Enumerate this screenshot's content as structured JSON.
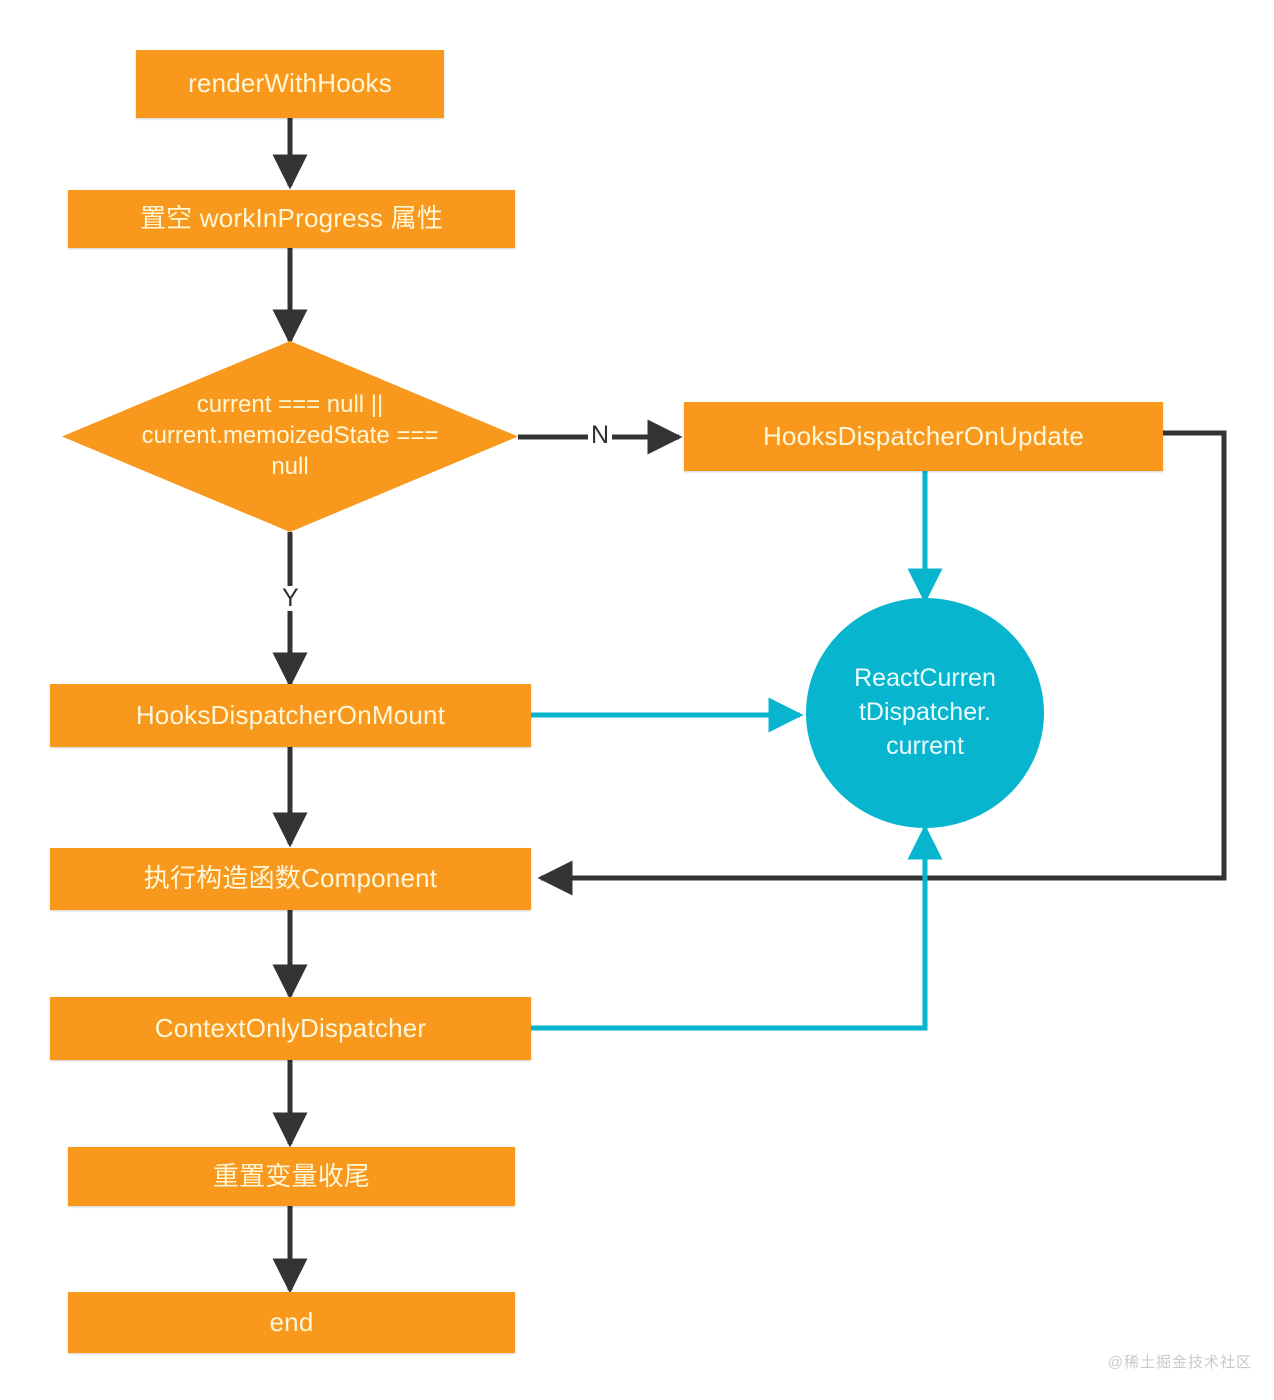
{
  "diagram": {
    "title": "renderWithHooks flowchart",
    "colors": {
      "node_fill": "#f8981d",
      "node_text": "#fdf7d8",
      "circle_fill": "#07b6ce",
      "circle_text": "#eafcff",
      "flow_arrow": "#333333",
      "dispatcher_arrow": "#07b6ce",
      "background": "#ffffff",
      "watermark": "#c9c9c9"
    },
    "nodes": {
      "start": {
        "label": "renderWithHooks",
        "shape": "rect"
      },
      "reset_wip": {
        "label": "置空 workInProgress 属性",
        "shape": "rect"
      },
      "decision": {
        "label": "current === null || current.memoizedState === null",
        "shape": "diamond",
        "line1": "current === null ||",
        "line2": "current.memoizedState ===",
        "line3": "null"
      },
      "on_update": {
        "label": "HooksDispatcherOnUpdate",
        "shape": "rect"
      },
      "on_mount": {
        "label": "HooksDispatcherOnMount",
        "shape": "rect"
      },
      "dispatcher": {
        "label": "ReactCurrentDispatcher.current",
        "shape": "circle",
        "line1": "ReactCurren",
        "line2": "tDispatcher.",
        "line3": "current"
      },
      "run_component": {
        "label": "执行构造函数Component",
        "shape": "rect"
      },
      "context_only": {
        "label": "ContextOnlyDispatcher",
        "shape": "rect"
      },
      "cleanup": {
        "label": "重置变量收尾",
        "shape": "rect"
      },
      "end": {
        "label": "end",
        "shape": "rect"
      }
    },
    "edge_labels": {
      "yes": "Y",
      "no": "N"
    },
    "watermark": "@稀土掘金技术社区"
  }
}
